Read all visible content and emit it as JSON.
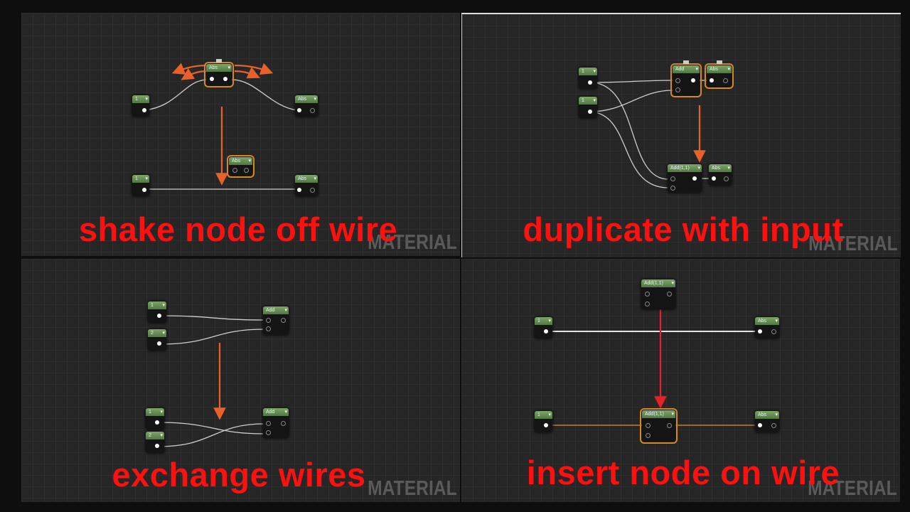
{
  "panels": [
    {
      "caption": "shake node off wire",
      "watermark": "MATERIAL",
      "nodes": {
        "const_top": "1",
        "abs_top": "Abs",
        "dragged": "Abs",
        "const_bottom": "1",
        "abs_bottom": "Abs",
        "shaken": "Abs"
      }
    },
    {
      "caption": "duplicate with input",
      "watermark": "MATERIAL",
      "nodes": {
        "const_a": "1",
        "const_b": "1",
        "add_orig": "Add",
        "abs_orig": "Abs",
        "add_dup": "Add(1,1)",
        "abs_dup": "Abs"
      }
    },
    {
      "caption": "exchange wires",
      "watermark": "MATERIAL",
      "nodes": {
        "const_a_top": "1",
        "const_b_top": "2",
        "add_top": "Add",
        "const_a_bottom": "1",
        "const_b_bottom": "2",
        "add_bottom": "Add"
      }
    },
    {
      "caption": "insert node on wire",
      "watermark": "MATERIAL",
      "nodes": {
        "add_top": "Add(1,1)",
        "const_top": "1",
        "abs_top": "Abs",
        "const_bottom": "1",
        "add_inserted": "Add(1,1)",
        "abs_bottom": "Abs"
      }
    }
  ],
  "colors": {
    "caption": "#ff1010",
    "arrow": "#e8602a",
    "selection": "#d8891c",
    "insert_arrow": "#e8202a"
  }
}
